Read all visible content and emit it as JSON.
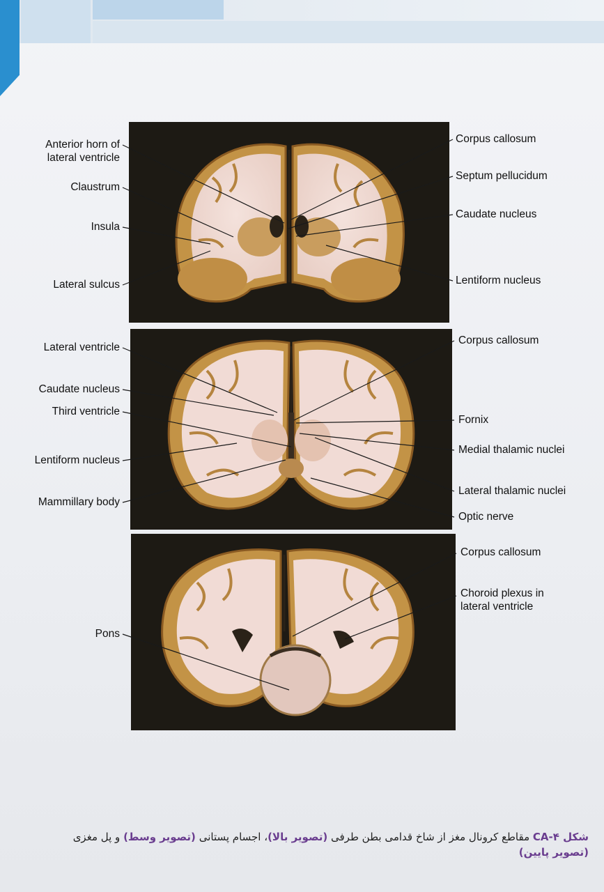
{
  "labels": {
    "p1_left": [
      "Anterior horn of\nlateral ventricle",
      "Claustrum",
      "Insula",
      "Lateral sulcus"
    ],
    "p1_right": [
      "Corpus callosum",
      "Septum pellucidum",
      "Caudate nucleus",
      "Lentiform nucleus"
    ],
    "p2_left": [
      "Lateral ventricle",
      "Caudate nucleus",
      "Third ventricle",
      "Lentiform nucleus",
      "Mammillary body"
    ],
    "p2_right": [
      "Corpus callosum",
      "Fornix",
      "Medial thalamic nuclei",
      "Lateral thalamic nuclei",
      "Optic nerve"
    ],
    "p3_left": [
      "Pons"
    ],
    "p3_right": [
      "Corpus callosum",
      "Choroid plexus in\nlateral ventricle"
    ]
  },
  "caption": {
    "prefix": "شکل ۴-",
    "code": "CA",
    "text1": " مقاطع کرونال مغز از شاخ قدامی بطن طرفی ",
    "hl1": "(تصویر بالا)",
    "text2": "، اجسام پستانی ",
    "hl2": "(تصویر وسط)",
    "text3": " و پل مغزی ",
    "hl3": "(تصویر پایین)"
  },
  "colors": {
    "accent_blue": "#2a8fcf",
    "caption_purple": "#6a3d8f",
    "panel_bg": "#1d1a14",
    "white_matter": "#f1dcd6",
    "gray_matter": "#c79a55"
  }
}
